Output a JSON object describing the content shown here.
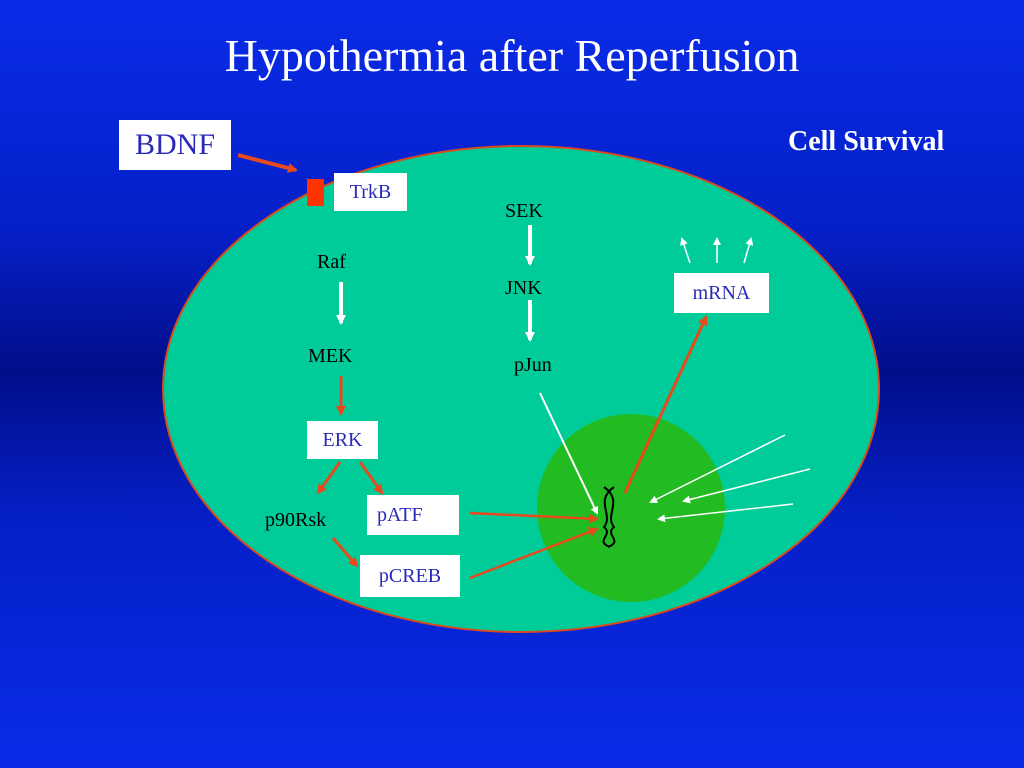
{
  "title": "Hypothermia after Reperfusion",
  "outcome_label": "Cell Survival",
  "boxes": {
    "bdnf": "BDNF",
    "trkb": "TrkB",
    "erk": "ERK",
    "patf": "pATF",
    "pcreb": "pCREB",
    "mrna": "mRNA"
  },
  "labels": {
    "raf": "Raf",
    "mek": "MEK",
    "p90rsk": "p90Rsk",
    "sek": "SEK",
    "jnk": "JNK",
    "pjun": "pJun"
  },
  "colors": {
    "cell": "#00cc99",
    "cell_border": "#d94a1e",
    "nucleus": "#22bb22",
    "signal_arrow": "#e84a1e",
    "other_arrow": "#ffffff",
    "receptor": "#ff3300"
  }
}
